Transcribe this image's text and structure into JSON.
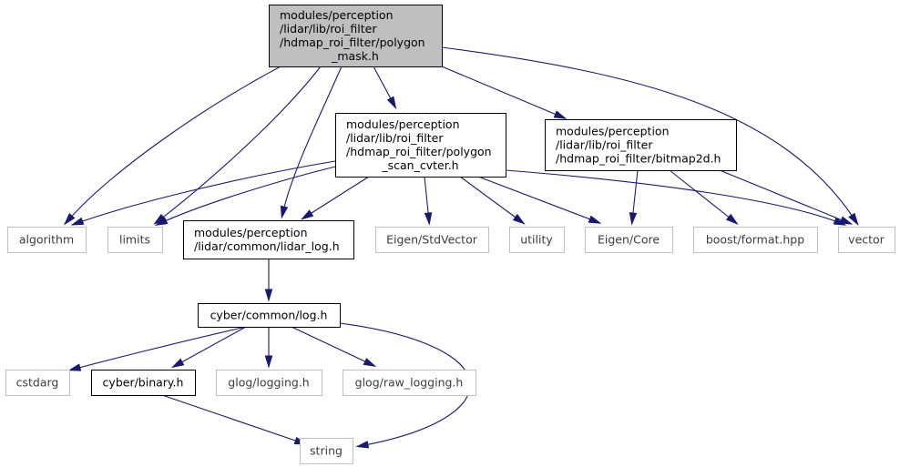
{
  "colors": {
    "edge": "#191970",
    "root_fill": "#bfbfbf",
    "root_border": "#000000",
    "documented_border": "#000000",
    "external_border": "#bfbfbf",
    "text": "#000000"
  },
  "nodes": [
    {
      "id": "polygon_mask",
      "style": "root",
      "lines": [
        "modules/perception",
        "/lidar/lib/roi_filter",
        "/hdmap_roi_filter/polygon",
        "_mask.h"
      ]
    },
    {
      "id": "polygon_scan_cvter",
      "style": "documented",
      "lines": [
        "modules/perception",
        "/lidar/lib/roi_filter",
        "/hdmap_roi_filter/polygon",
        "_scan_cvter.h"
      ]
    },
    {
      "id": "bitmap2d",
      "style": "documented",
      "lines": [
        "modules/perception",
        "/lidar/lib/roi_filter",
        "/hdmap_roi_filter/bitmap2d.h"
      ]
    },
    {
      "id": "algorithm",
      "style": "external",
      "lines": [
        "algorithm"
      ]
    },
    {
      "id": "limits",
      "style": "external",
      "lines": [
        "limits"
      ]
    },
    {
      "id": "lidar_log",
      "style": "documented",
      "lines": [
        "modules/perception",
        "/lidar/common/lidar_log.h"
      ]
    },
    {
      "id": "eigen_stdvector",
      "style": "external",
      "lines": [
        "Eigen/StdVector"
      ]
    },
    {
      "id": "utility",
      "style": "external",
      "lines": [
        "utility"
      ]
    },
    {
      "id": "eigen_core",
      "style": "external",
      "lines": [
        "Eigen/Core"
      ]
    },
    {
      "id": "boost_format",
      "style": "external",
      "lines": [
        "boost/format.hpp"
      ]
    },
    {
      "id": "vector",
      "style": "external",
      "lines": [
        "vector"
      ]
    },
    {
      "id": "cyber_log",
      "style": "documented",
      "lines": [
        "cyber/common/log.h"
      ]
    },
    {
      "id": "cstdarg",
      "style": "external",
      "lines": [
        "cstdarg"
      ]
    },
    {
      "id": "cyber_binary",
      "style": "documented",
      "lines": [
        "cyber/binary.h"
      ]
    },
    {
      "id": "glog_logging",
      "style": "external",
      "lines": [
        "glog/logging.h"
      ]
    },
    {
      "id": "glog_raw_logging",
      "style": "external",
      "lines": [
        "glog/raw_logging.h"
      ]
    },
    {
      "id": "string",
      "style": "external",
      "lines": [
        "string"
      ]
    }
  ],
  "edges": [
    {
      "from": "polygon_mask",
      "to": "polygon_scan_cvter"
    },
    {
      "from": "polygon_mask",
      "to": "bitmap2d"
    },
    {
      "from": "polygon_mask",
      "to": "algorithm"
    },
    {
      "from": "polygon_mask",
      "to": "limits"
    },
    {
      "from": "polygon_mask",
      "to": "lidar_log"
    },
    {
      "from": "polygon_mask",
      "to": "vector"
    },
    {
      "from": "polygon_scan_cvter",
      "to": "algorithm"
    },
    {
      "from": "polygon_scan_cvter",
      "to": "limits"
    },
    {
      "from": "polygon_scan_cvter",
      "to": "lidar_log"
    },
    {
      "from": "polygon_scan_cvter",
      "to": "eigen_stdvector"
    },
    {
      "from": "polygon_scan_cvter",
      "to": "utility"
    },
    {
      "from": "polygon_scan_cvter",
      "to": "eigen_core"
    },
    {
      "from": "polygon_scan_cvter",
      "to": "vector"
    },
    {
      "from": "bitmap2d",
      "to": "eigen_core"
    },
    {
      "from": "bitmap2d",
      "to": "boost_format"
    },
    {
      "from": "bitmap2d",
      "to": "vector"
    },
    {
      "from": "lidar_log",
      "to": "cyber_log"
    },
    {
      "from": "cyber_log",
      "to": "cstdarg"
    },
    {
      "from": "cyber_log",
      "to": "cyber_binary"
    },
    {
      "from": "cyber_log",
      "to": "glog_logging"
    },
    {
      "from": "cyber_log",
      "to": "glog_raw_logging"
    },
    {
      "from": "cyber_log",
      "to": "string"
    },
    {
      "from": "cyber_binary",
      "to": "string"
    }
  ]
}
